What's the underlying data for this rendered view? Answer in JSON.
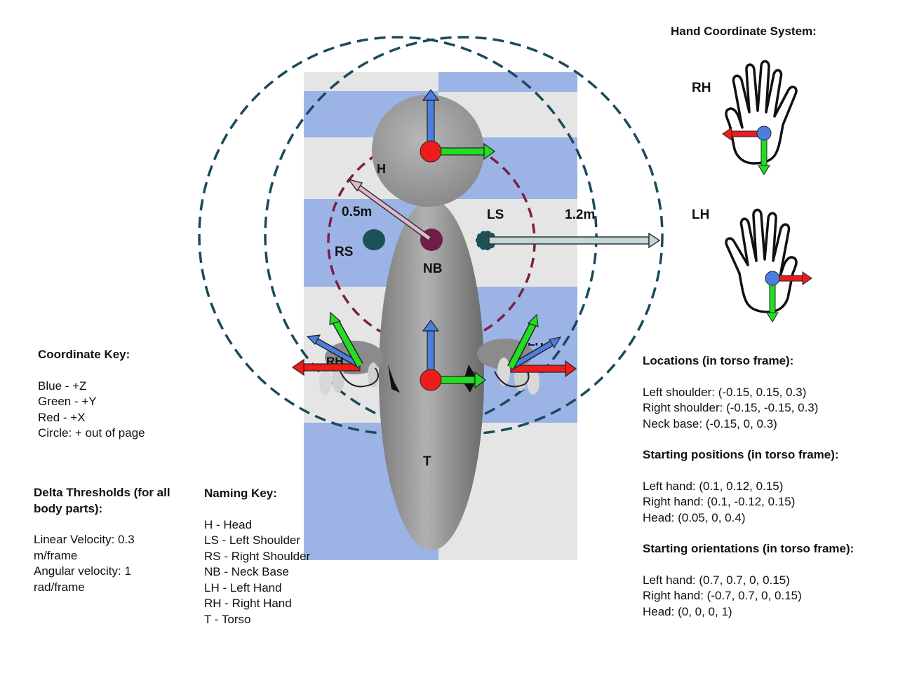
{
  "labels": {
    "head": "H",
    "left_shoulder": "LS",
    "right_shoulder": "RS",
    "neck_base": "NB",
    "torso": "T",
    "right_hand_partial": "RH",
    "left_hand_partial": "LH",
    "inner_radius": "0.5m",
    "outer_radius": "1.2m"
  },
  "hand_system": {
    "title": "Hand Coordinate System:",
    "rh": "RH",
    "lh": "LH"
  },
  "coordinate_key": {
    "title": "Coordinate Key:",
    "lines": [
      "Blue - +Z",
      "Green - +Y",
      "Red - +X",
      "Circle: + out of page"
    ]
  },
  "delta": {
    "title_line1": "Delta Thresholds (for all",
    "title_line2": "body parts):",
    "lines": [
      "Linear Velocity: 0.3",
      "m/frame",
      "Angular velocity: 1",
      "rad/frame"
    ]
  },
  "naming": {
    "title": "Naming Key:",
    "lines": [
      "H - Head",
      "LS - Left Shoulder",
      "RS - Right Shoulder",
      "NB - Neck Base",
      "LH - Left Hand",
      "RH - Right Hand",
      "T - Torso"
    ]
  },
  "locations": {
    "title": "Locations (in torso frame):",
    "lines": [
      "Left shoulder: (-0.15, 0.15, 0.3)",
      "Right shoulder: (-0.15, -0.15, 0.3)",
      "Neck base: (-0.15, 0, 0.3)"
    ]
  },
  "start_pos": {
    "title": "Starting positions (in torso frame):",
    "lines": [
      "Left hand: (0.1, 0.12, 0.15)",
      "Right hand: (0.1, -0.12, 0.15)",
      "Head: (0.05, 0, 0.4)"
    ]
  },
  "start_orient": {
    "title": "Starting orientations (in torso frame):",
    "lines": [
      "Left hand: (0.7, 0.7, 0, 0.15)",
      "Right hand: (-0.7, 0.7, 0, 0.15)",
      "Head: (0, 0, 0, 1)"
    ]
  },
  "colors": {
    "axis_x": "#ee1c1c",
    "axis_y": "#22dd22",
    "axis_z": "#4a7fe0",
    "dashed_outer": "#1b4a5a",
    "dashed_inner": "#7a1f45",
    "neck_base": "#6e1e48",
    "shoulder": "#1e5058",
    "tile_blue": "#9cb3e6",
    "tile_gray": "#e5e5e5"
  }
}
